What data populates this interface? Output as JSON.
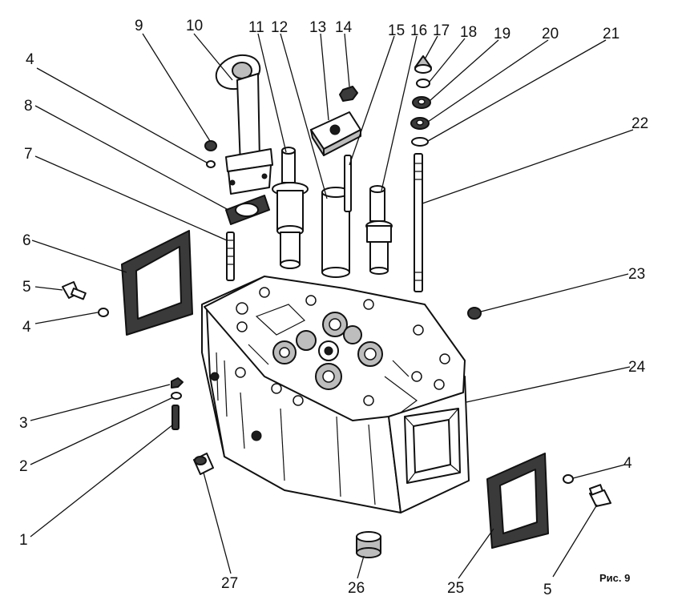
{
  "figure": {
    "caption": "Рис. 9"
  },
  "callouts": [
    {
      "id": "c1",
      "label": "1"
    },
    {
      "id": "c2",
      "label": "2"
    },
    {
      "id": "c3",
      "label": "3"
    },
    {
      "id": "c4a",
      "label": "4"
    },
    {
      "id": "c4b",
      "label": "4"
    },
    {
      "id": "c4c",
      "label": "4"
    },
    {
      "id": "c5a",
      "label": "5"
    },
    {
      "id": "c5b",
      "label": "5"
    },
    {
      "id": "c6",
      "label": "6"
    },
    {
      "id": "c7",
      "label": "7"
    },
    {
      "id": "c8",
      "label": "8"
    },
    {
      "id": "c9",
      "label": "9"
    },
    {
      "id": "c10",
      "label": "10"
    },
    {
      "id": "c11",
      "label": "11"
    },
    {
      "id": "c12",
      "label": "12"
    },
    {
      "id": "c13",
      "label": "13"
    },
    {
      "id": "c14",
      "label": "14"
    },
    {
      "id": "c15",
      "label": "15"
    },
    {
      "id": "c16",
      "label": "16"
    },
    {
      "id": "c17",
      "label": "17"
    },
    {
      "id": "c18",
      "label": "18"
    },
    {
      "id": "c19",
      "label": "19"
    },
    {
      "id": "c20",
      "label": "20"
    },
    {
      "id": "c21",
      "label": "21"
    },
    {
      "id": "c22",
      "label": "22"
    },
    {
      "id": "c23",
      "label": "23"
    },
    {
      "id": "c24",
      "label": "24"
    },
    {
      "id": "c25",
      "label": "25"
    },
    {
      "id": "c26",
      "label": "26"
    },
    {
      "id": "c27",
      "label": "27"
    }
  ]
}
